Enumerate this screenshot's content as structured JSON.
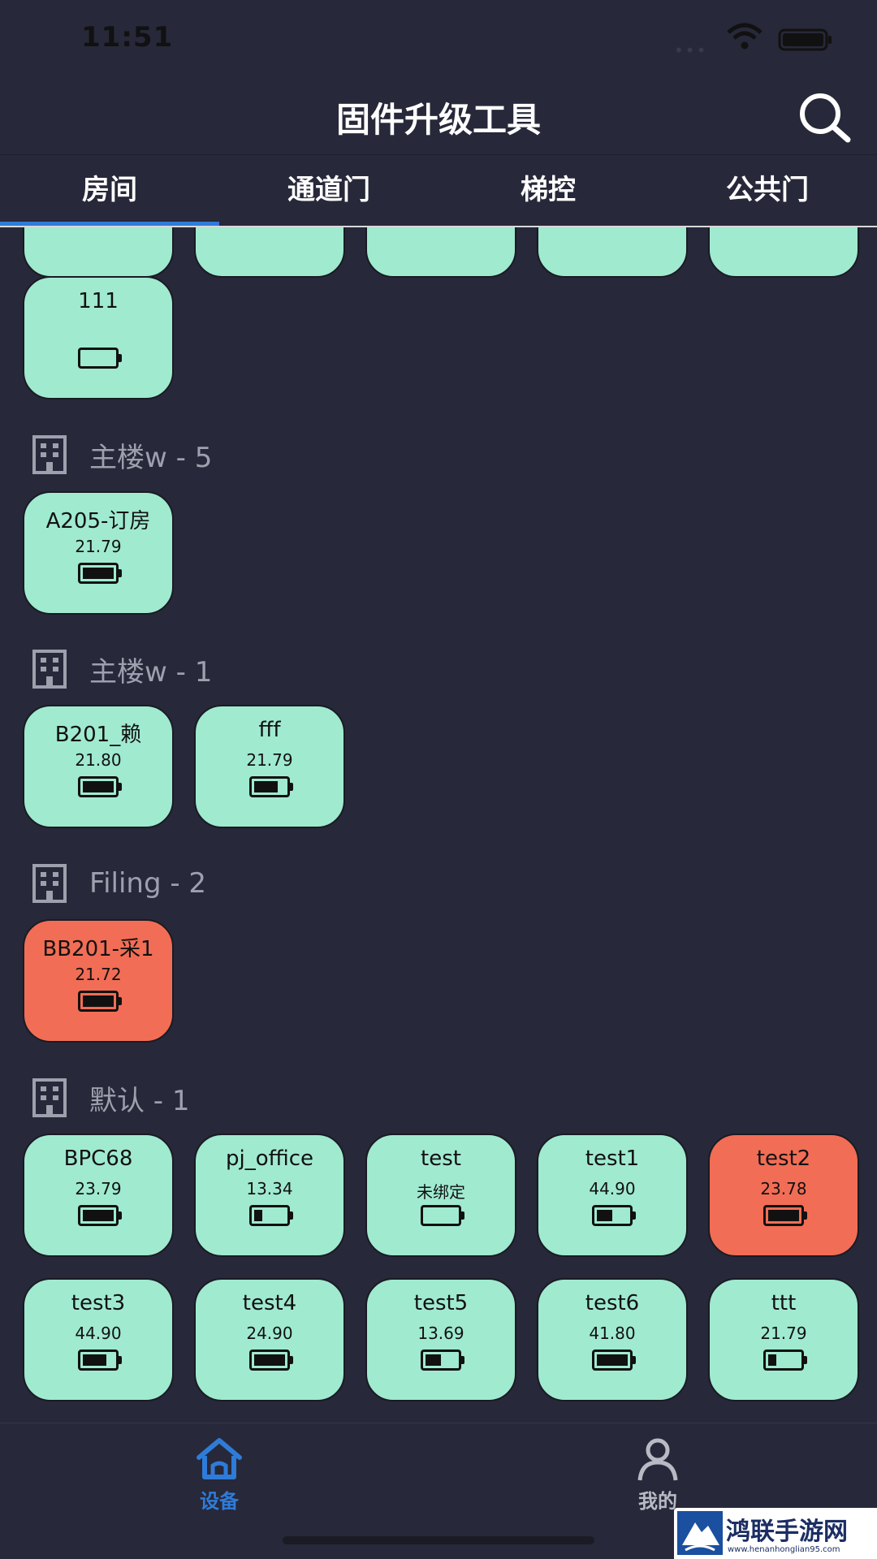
{
  "status": {
    "time": "11:51"
  },
  "header": {
    "title": "固件升级工具"
  },
  "tabs": [
    {
      "label": "房间",
      "active": true
    },
    {
      "label": "通道门",
      "active": false
    },
    {
      "label": "梯控",
      "active": false
    },
    {
      "label": "公共门",
      "active": false
    }
  ],
  "sections": [
    {
      "title": "",
      "cards": [
        {
          "name": "",
          "value": "",
          "battery": null,
          "alert": false
        },
        {
          "name": "",
          "value": "",
          "battery": null,
          "alert": false
        },
        {
          "name": "",
          "value": "",
          "battery": null,
          "alert": false
        },
        {
          "name": "",
          "value": "",
          "battery": null,
          "alert": false
        },
        {
          "name": "",
          "value": "",
          "battery": null,
          "alert": false
        }
      ]
    },
    {
      "title": "",
      "cards": [
        {
          "name": "111",
          "value": "",
          "battery": 0,
          "alert": false
        }
      ]
    },
    {
      "title": "主楼w - 5",
      "cards": [
        {
          "name": "A205-订房",
          "value": "21.79",
          "battery": 1,
          "alert": false
        }
      ]
    },
    {
      "title": "主楼w - 1",
      "cards": [
        {
          "name": "B201_赖",
          "value": "21.80",
          "battery": 1,
          "alert": false
        },
        {
          "name": "fff",
          "value": "21.79",
          "battery": 0.75,
          "alert": false
        }
      ]
    },
    {
      "title": "Filing - 2",
      "cards": [
        {
          "name": "BB201-采1",
          "value": "21.72",
          "battery": 1,
          "alert": true
        }
      ]
    },
    {
      "title": "默认 - 1",
      "cards": [
        {
          "name": "BPC68",
          "value": "23.79",
          "battery": 1,
          "alert": false
        },
        {
          "name": "pj_office",
          "value": "13.34",
          "battery": 0.25,
          "alert": false
        },
        {
          "name": "test",
          "value": "未绑定",
          "battery": 0,
          "alert": false
        },
        {
          "name": "test1",
          "value": "44.90",
          "battery": 0.5,
          "alert": false
        },
        {
          "name": "test2",
          "value": "23.78",
          "battery": 1,
          "alert": true
        },
        {
          "name": "test3",
          "value": "44.90",
          "battery": 0.75,
          "alert": false
        },
        {
          "name": "test4",
          "value": "24.90",
          "battery": 1,
          "alert": false
        },
        {
          "name": "test5",
          "value": "13.69",
          "battery": 0.5,
          "alert": false
        },
        {
          "name": "test6",
          "value": "41.80",
          "battery": 1,
          "alert": false
        },
        {
          "name": "ttt",
          "value": "21.79",
          "battery": 0.25,
          "alert": false
        }
      ]
    }
  ],
  "bottom_nav": [
    {
      "label": "设备",
      "icon": "home-icon",
      "active": true
    },
    {
      "label": "我的",
      "icon": "user-icon",
      "active": false
    }
  ],
  "watermark": {
    "text": "鸿联手游网",
    "url": "www.henanhonglian95.com"
  },
  "colors": {
    "background": "#272839",
    "card": "#a0ead0",
    "alert": "#f26d55",
    "active": "#2f7bd8"
  }
}
